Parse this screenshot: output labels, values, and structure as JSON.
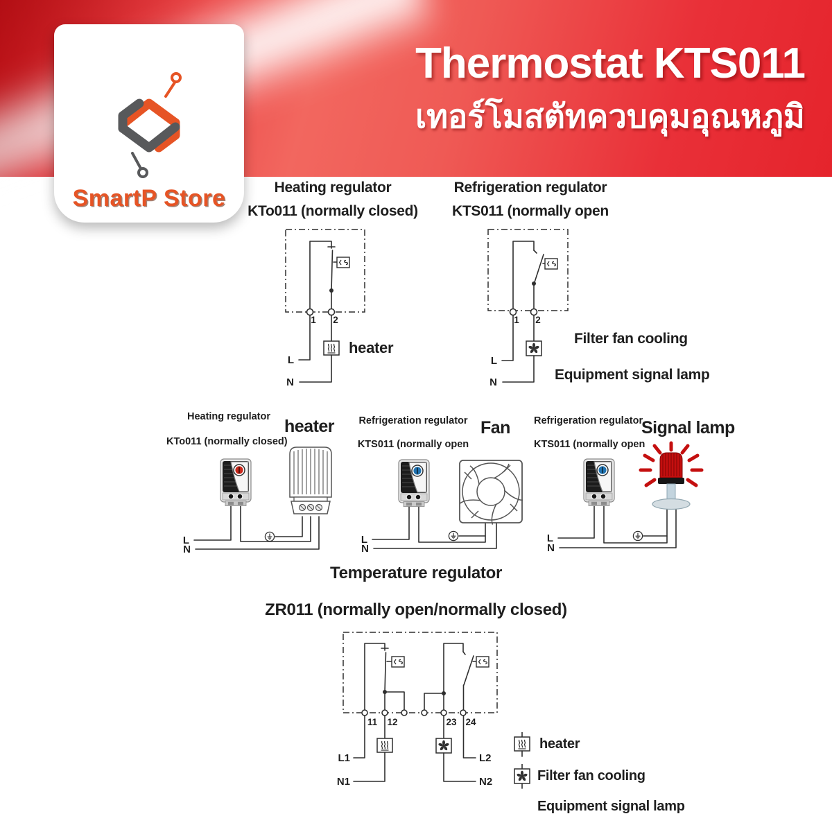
{
  "banner": {
    "title": "Thermostat KTS011",
    "subtitle": "เทอร์โมสตัทควบคุมอุณหภูมิ"
  },
  "logo": {
    "text": "SmartP Store"
  },
  "top_diagrams": {
    "left": {
      "heading1": "Heating regulator",
      "heading2": "KTo011 (normally closed)",
      "t1": "1",
      "t2": "2",
      "l": "L",
      "n": "N",
      "load": "heater"
    },
    "right": {
      "heading1": "Refrigeration regulator",
      "heading2": "KTS011 (normally open",
      "t1": "1",
      "t2": "2",
      "l": "L",
      "n": "N",
      "note1": "Filter fan cooling",
      "note2": "Equipment signal lamp"
    }
  },
  "products": [
    {
      "heading1": "Heating regulator",
      "heading2": "KTo011 (normally closed)",
      "label": "heater",
      "l": "L",
      "n": "N"
    },
    {
      "heading1": "Refrigeration regulator",
      "heading2": "KTS011 (normally open",
      "label": "Fan",
      "l": "L",
      "n": "N"
    },
    {
      "heading1": "Refrigeration regulator",
      "heading2": "KTS011 (normally open",
      "label": "Signal lamp",
      "l": "L",
      "n": "N"
    }
  ],
  "bottom_diagram": {
    "heading1": "Temperature regulator",
    "heading2": "ZR011 (normally open/normally closed)",
    "t11": "11",
    "t12": "12",
    "t23": "23",
    "t24": "24",
    "l1": "L1",
    "n1": "N1",
    "l2": "L2",
    "n2": "N2"
  },
  "legend": {
    "heater": "heater",
    "fan": "Filter fan cooling",
    "lamp": "Equipment signal lamp"
  },
  "colors": {
    "banner_red_dark": "#cf151c",
    "banner_red": "#ea3a40",
    "banner_red_light": "#f2675f",
    "logo_orange": "#e65425",
    "logo_gray": "#58595b",
    "line_dark": "#2f2f2f",
    "dial_red": "#c8281c",
    "dial_blue": "#1f72b0",
    "lamp_red": "#c40f0f",
    "text_dark": "#1e1e1e"
  }
}
